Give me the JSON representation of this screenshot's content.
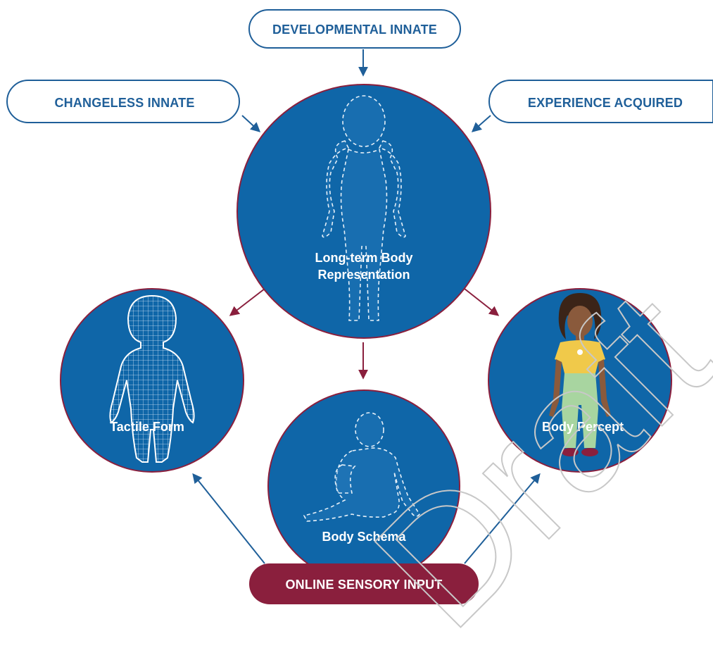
{
  "pills": {
    "developmental": "DEVELOPMENTAL INNATE",
    "changeless": "CHANGELESS INNATE",
    "experience": "EXPERIENCE ACQUIRED",
    "online": "ONLINE SENSORY INPUT"
  },
  "circles": {
    "center_line1": "Long-term Body",
    "center_line2": "Representation",
    "tactile": "Tactile Form",
    "schema": "Body Schema",
    "percept": "Body Percept"
  },
  "watermark": "Draft",
  "colors": {
    "circle_fill": "#0f66a8",
    "circle_border": "#8a1f3d",
    "pill_blue": "#1f5f99",
    "online_fill": "#8a1f3d",
    "red_arrow": "#8a1f3d",
    "blue_arrow": "#1f5f99"
  }
}
